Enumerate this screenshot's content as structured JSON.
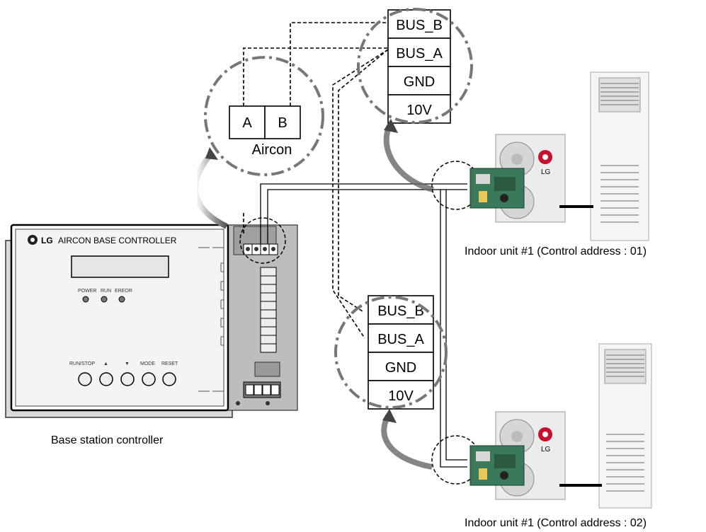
{
  "controller": {
    "brand": "LG",
    "title": "AIRCON BASE CONTROLLER",
    "leds": [
      "POWER",
      "RUN",
      "EREOR"
    ],
    "buttons": [
      "RUN/STOP",
      "▲",
      "▼",
      "MODE",
      "RESET"
    ],
    "caption": "Base station controller"
  },
  "aircon_block": {
    "terminals": [
      "A",
      "B"
    ],
    "label": "Aircon"
  },
  "terminal_block_upper": [
    "BUS_B",
    "BUS_A",
    "GND",
    "10V"
  ],
  "terminal_block_lower": [
    "BUS_B",
    "BUS_A",
    "GND",
    "10V"
  ],
  "units": [
    {
      "logo": "LG",
      "caption": "Indoor unit #1 (Control address : 01)"
    },
    {
      "logo": "LG",
      "caption": "Indoor unit #1 (Control address : 02)"
    }
  ],
  "colors": {
    "line": "#000000",
    "callout": "#777777",
    "pcb": "#3a7a5a"
  }
}
